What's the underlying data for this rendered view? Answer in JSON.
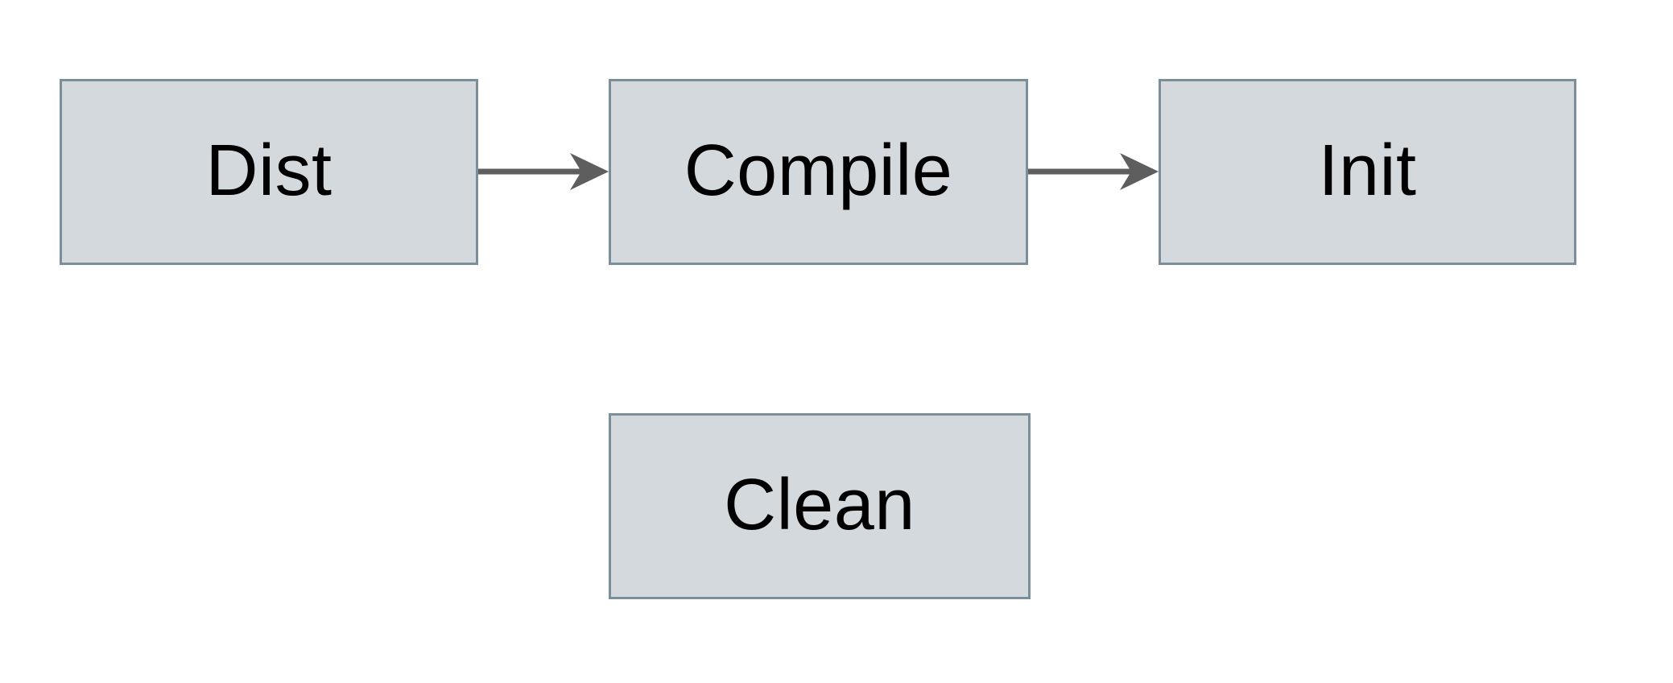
{
  "diagram": {
    "type": "flowchart",
    "background": "#ffffff",
    "node_fill": "#d3d9dc",
    "node_border_color": "#7b8e9a",
    "arrow_color": "#5e5e5e",
    "text_color": "#000000",
    "nodes": [
      {
        "id": "dist",
        "label": "Dist"
      },
      {
        "id": "compile",
        "label": "Compile"
      },
      {
        "id": "init",
        "label": "Init"
      },
      {
        "id": "clean",
        "label": "Clean"
      }
    ],
    "edges": [
      {
        "from": "Dist",
        "to": "Compile",
        "direction": "right"
      },
      {
        "from": "Compile",
        "to": "Init",
        "direction": "right"
      }
    ]
  }
}
